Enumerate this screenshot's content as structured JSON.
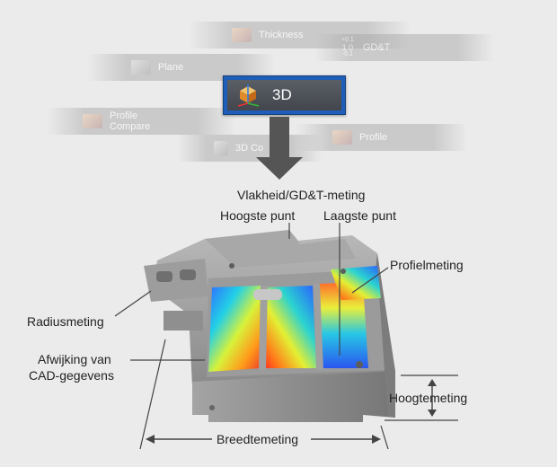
{
  "menu": {
    "thickness": "Thickness",
    "gdt": "GD&T",
    "gdt_tol_plus": "+0.1",
    "gdt_tol_minus": "-0.1",
    "gdt_symbol": "1 0",
    "plane": "Plane",
    "button_3d": "3D",
    "profile_compare_1": "Profile",
    "profile_compare_2": "Compare",
    "3d_compare": "3D Co",
    "profile": "Profile"
  },
  "labels": {
    "flatness": "Vlakheid/GD&T-meting",
    "highest": "Hoogste punt",
    "lowest": "Laagste punt",
    "profile": "Profielmeting",
    "radius": "Radiusmeting",
    "deviation_1": "Afwijking van",
    "deviation_2": "CAD-gegevens",
    "height": "Hoogtemeting",
    "width": "Breedtemeting"
  },
  "colors": {
    "accent_blue": "#1f5eb8",
    "arrow": "#555555"
  }
}
